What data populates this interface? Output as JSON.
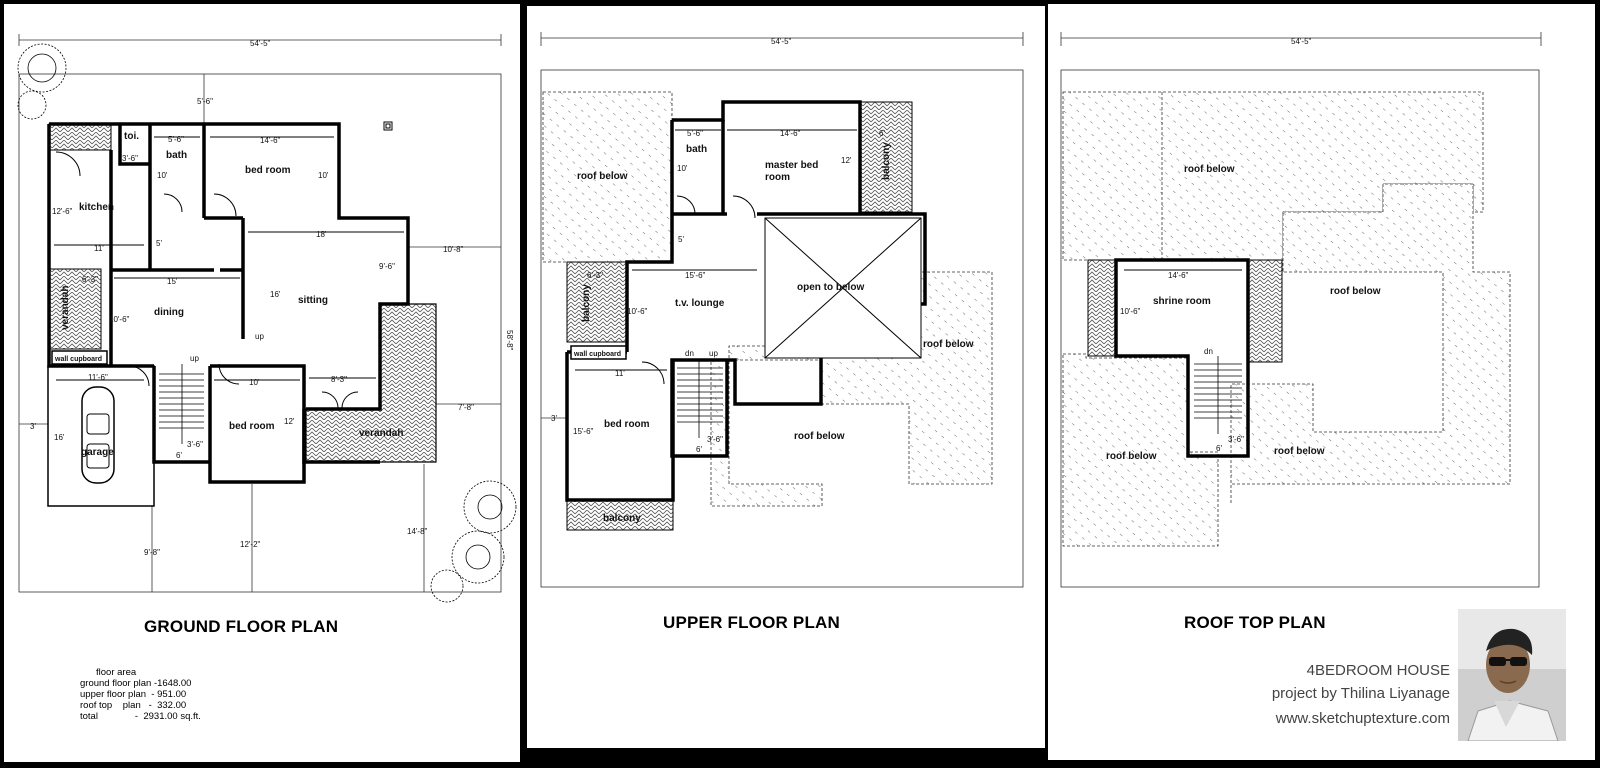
{
  "panels": {
    "ground": {
      "title": "GROUND FLOOR PLAN",
      "overall_width": "54'-5\"",
      "overall_depth": "58'-8\"",
      "rooms": {
        "toilet": "toi.",
        "bath": "bath",
        "bed_room_1": "bed room",
        "kitchen": "kitchen",
        "dining": "dining",
        "sitting": "sitting",
        "verandah_left": "verandah",
        "wall_cupboard": "wall cupboard",
        "garage": "garage",
        "bed_room_2": "bed room",
        "verandah_right": "verandah",
        "up": "up"
      },
      "dims": {
        "d_5_6_top": "5'-6\"",
        "d_5_6_bath": "5'-6\"",
        "d_14_6": "14'-6\"",
        "d_3_6_toi": "3'-6\"",
        "d_10_bath": "10'",
        "d_10_bed": "10'",
        "d_12_6": "12'-6\"",
        "d_11": "11'",
        "d_5": "5'",
        "d_18": "18'",
        "d_10_8": "10'-8\"",
        "d_15": "15'",
        "d_16": "16'",
        "d_9_6": "9'-6\"",
        "d_6_3": "6'-3\"",
        "d_10_6": "10'-6\"",
        "d_11_6": "11'-6\"",
        "d_10_bed2": "10'",
        "d_8_3": "8'-3\"",
        "d_12_bed2": "12'",
        "d_7_8": "7'-8\"",
        "d_3_left": "3'",
        "d_16_garage": "16'",
        "d_3_6_stair": "3'-6\"",
        "d_6_stair": "6'",
        "d_14_8": "14'-8\"",
        "d_9_8": "9'-8\"",
        "d_12_2": "12'-2\""
      }
    },
    "upper": {
      "title": "UPPER FLOOR PLAN",
      "overall_width": "54'-5\"",
      "rooms": {
        "roof_below_1": "roof below",
        "bath": "bath",
        "master_bed": [
          "master bed",
          "room"
        ],
        "balcony_right": "balcony",
        "balcony_left": "balcony",
        "tv_lounge": "t.v. lounge",
        "open_to_below": "open to below",
        "roof_below_2": "roof below",
        "wall_cupboard": "wall cupboard",
        "dn": "dn",
        "up": "up",
        "bed_room": "bed room",
        "roof_below_3": "roof below",
        "balcony_bottom": "balcony"
      },
      "dims": {
        "d_5_6": "5'-6\"",
        "d_14_6": "14'-6\"",
        "d_6": "6'",
        "d_12": "12'",
        "d_10": "10'",
        "d_5": "5'",
        "d_15_6": "15'-6\"",
        "d_6_3": "6'-3\"",
        "d_10_6": "10'-6\"",
        "d_11": "11'",
        "d_3": "3'",
        "d_15_6_bed": "15'-6\"",
        "d_3_6_stair": "3'-6\"",
        "d_6_stair": "6'"
      }
    },
    "roof": {
      "title": "ROOF TOP PLAN",
      "overall_width": "54'-5\"",
      "rooms": {
        "roof_below_1": "roof below",
        "roof_below_2": "roof below",
        "shrine_room": "shrine room",
        "dn": "dn",
        "roof_below_3": "roof below",
        "roof_below_4": "roof below"
      },
      "dims": {
        "d_14_6": "14'-6\"",
        "d_10_6": "10'-6\"",
        "d_3_6": "3'-6\"",
        "d_6": "6'"
      }
    }
  },
  "floor_area": {
    "heading": "floor area",
    "rows": [
      "ground floor plan -1648.00",
      "upper floor plan  - 951.00",
      "roof top    plan   -  332.00",
      "total              -  2931.00 sq.ft."
    ]
  },
  "credits": {
    "project": "4BEDROOM HOUSE",
    "author": "project by Thilina Liyanage",
    "website": "www.sketchuptexture.com"
  }
}
